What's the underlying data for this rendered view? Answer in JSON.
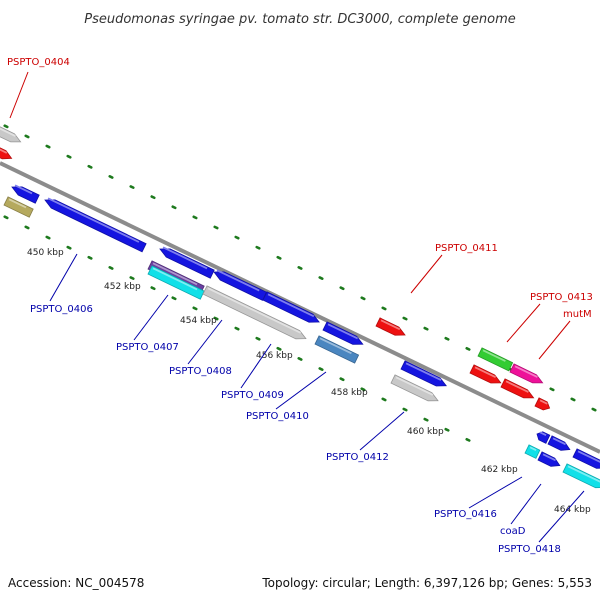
{
  "title": "Pseudomonas syringae pv. tomato str. DC3000, complete genome",
  "footer": {
    "accession": "Accession: NC_004578",
    "topology": "Topology: circular; Length: 6,397,126 bp; Genes: 5,553"
  },
  "ticks": [
    "450 kbp",
    "452 kbp",
    "454 kbp",
    "456 kbp",
    "458 kbp",
    "460 kbp",
    "462 kbp",
    "464 kbp"
  ],
  "callouts": {
    "forward_color": "#cc0000",
    "reverse_color": "#0000aa",
    "forward": [
      "PSPTO_0404",
      "PSPTO_0411",
      "PSPTO_0413",
      "mutM"
    ],
    "reverse": [
      "PSPTO_0406",
      "PSPTO_0407",
      "PSPTO_0408",
      "PSPTO_0409",
      "PSPTO_0410",
      "PSPTO_0412",
      "PSPTO_0416",
      "coaD",
      "PSPTO_0418"
    ]
  },
  "colors": {
    "backbone": "#8c8c8c",
    "dots": "#1e7a1e",
    "blue": "#1515e0",
    "red": "#ee1111",
    "gray": "#c8c8c8",
    "olive": "#b5a95e",
    "green": "#33cc33",
    "magenta": "#ee1199",
    "cyan": "#11e0e8",
    "steel": "#4a86c0",
    "purple": "#6a3fa0"
  }
}
